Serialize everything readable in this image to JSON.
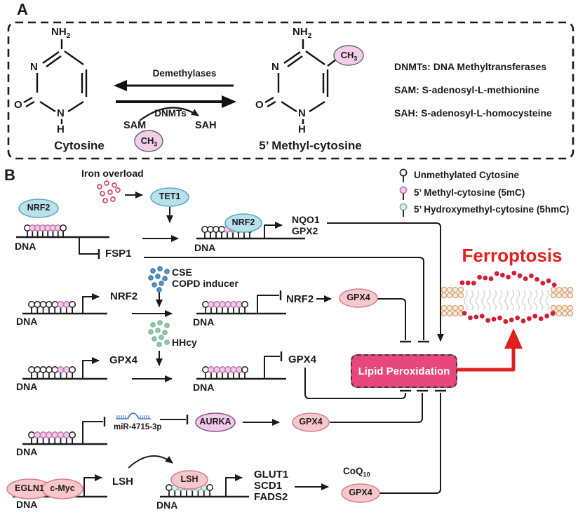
{
  "panel_a": {
    "label": "A",
    "molecules": {
      "cytosine": "Cytosine",
      "methyl_cytosine": "5’ Methyl-cytosine",
      "nh2_base": "NH",
      "nh2_sub": "2",
      "n": "N",
      "o": "O",
      "h": "H",
      "ch3_base": "CH",
      "ch3_sub": "3"
    },
    "reaction": {
      "demethylases": "Demethylases",
      "dnmts": "DNMTs",
      "sam": "SAM",
      "sah": "SAH"
    },
    "definitions": [
      "DNMTs: DNA Methyltransferases",
      "SAM: S-adenosyl-L-methionine",
      "SAH: S-adenosyl-L-homocysteine"
    ]
  },
  "panel_b": {
    "label": "B",
    "legend": [
      {
        "icon": "unmethylated-cytosine-icon",
        "label": "Unmethylated Cytosine"
      },
      {
        "icon": "5mC-icon",
        "label": "5’ Methyl-cytosine (5mC)"
      },
      {
        "icon": "5hmC-icon",
        "label": "5’ Hydroxymethyl-cytosine (5hmC)"
      }
    ],
    "labels": {
      "iron_overload": "Iron overload",
      "tet1": "TET1",
      "nrf2": "NRF2",
      "dna": "DNA",
      "fsp1": "FSP1",
      "nqo1": "NQO1",
      "gpx2": "GPX2",
      "cse": "CSE",
      "copd_inducer": "COPD inducer",
      "hhcy": "HHcy",
      "gpx4": "GPX4",
      "mir_4715_3p": "miR-4715-3p",
      "aurka": "AURKA",
      "egln1": "EGLN1",
      "c_myc": "c-Myc",
      "lsh": "LSH",
      "glut1": "GLUT1",
      "scd1": "SCD1",
      "fads2": "FADS2",
      "coq_base": "CoQ",
      "coq_sub": "10",
      "lipid_peroxidation": "Lipid Peroxidation",
      "ferroptosis": "Ferroptosis"
    },
    "strand_patterns": {
      "s1": [
        "u",
        "m",
        "m",
        "m",
        "m",
        "m",
        "m",
        "u"
      ],
      "s2": [
        "u",
        "u",
        "u",
        "u",
        "m",
        "m",
        "u",
        "u",
        "u"
      ],
      "s3": [
        "u",
        "u",
        "u",
        "u",
        "u",
        "m",
        "m",
        "u"
      ],
      "s4": [
        "u",
        "m",
        "m",
        "m",
        "m",
        "m",
        "m",
        "u"
      ],
      "s5": [
        "u",
        "u",
        "u",
        "u",
        "u",
        "m",
        "m",
        "u"
      ],
      "s6": [
        "u",
        "m",
        "m",
        "m",
        "m",
        "m",
        "m",
        "u"
      ],
      "s7": [
        "u",
        "m",
        "m",
        "m",
        "m",
        "m",
        "m",
        "u"
      ],
      "s9": [
        "u",
        "h",
        "h",
        "h",
        "h",
        "h",
        "h",
        "u"
      ]
    },
    "colors": {
      "unmethylated_fill": "#ffffff",
      "unmethylated_stroke": "#1a1a1a",
      "m5c_fill": "#f2c9e6",
      "m5c_stroke": "#c273ae",
      "hm5c_fill": "#ddeee8",
      "hm5c_stroke": "#7fb8a6",
      "blue_fill": "#b7e2ec",
      "blue_stroke": "#5fa9bf",
      "pink_fill": "#f8c7cb",
      "pink_stroke": "#d2858d",
      "purple_fill": "#f1c9ec",
      "purple_stroke": "#8d5583",
      "lightpink_fill": "#f4cdea",
      "lightpink_stroke": "#666666",
      "box_fill": "#e8477d",
      "red": "#e0201e",
      "iron_dot": "#d4485e",
      "cse_dot": "#4f93c4",
      "hhcy_dot": "#8fc9a8",
      "membrane_head": "#d9a87c",
      "membrane_dot": "#cf2133"
    }
  }
}
